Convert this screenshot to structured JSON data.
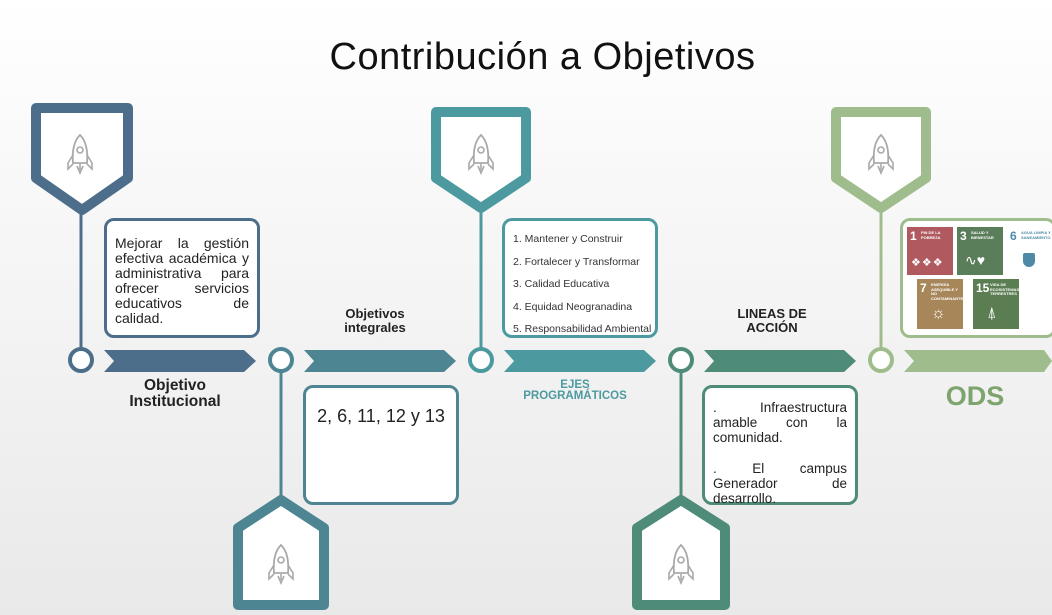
{
  "title": "Contribución a Objetivos",
  "objetivo_institucional": {
    "label": "Objetivo Institucional",
    "text": "Mejorar la gestión efectiva académica y administrativa para ofrecer servicios educativos de calidad."
  },
  "objetivos_integrales": {
    "label": "Objetivos integrales",
    "text": "2, 6, 11, 12 y 13"
  },
  "ejes_programaticos": {
    "label": "EJES PROGRAMÁTICOS",
    "items": [
      "1. Mantener y Construir",
      "2. Fortalecer y Transformar",
      "3. Calidad Educativa",
      "4. Equidad Neogranadina",
      "5. Responsabilidad Ambiental"
    ]
  },
  "lineas_accion": {
    "label": "LINEAS DE ACCIÓN",
    "items": [
      ". Infraestructura amable con la comunidad.",
      ". El campus Generador de desarrollo."
    ]
  },
  "ods": {
    "label": "ODS",
    "goals": [
      {
        "number": "1",
        "text": "FIN DE LA POBREZA",
        "color": "#b0595f"
      },
      {
        "number": "3",
        "text": "SALUD Y BIENESTAR",
        "color": "#5a7e5a"
      },
      {
        "number": "6",
        "text": "AGUA LIMPIA Y SANEAMIENTO",
        "color": "#4e8aa6"
      },
      {
        "number": "7",
        "text": "ENERGÍA ASEQUIBLE Y NO CONTAMINANTE",
        "color": "#a7865a"
      },
      {
        "number": "15",
        "text": "VIDA DE ECOSISTEMAS TERRESTRES",
        "color": "#5b7d52"
      }
    ]
  },
  "colors": {
    "stage1": "#4d6e8a",
    "stage2": "#4d8593",
    "stage3": "#4c9aa0",
    "stage4": "#4e8b78",
    "stage5": "#9fbd8c",
    "ods_text": "#7ea46e"
  },
  "icons": [
    "rocket-icon"
  ]
}
